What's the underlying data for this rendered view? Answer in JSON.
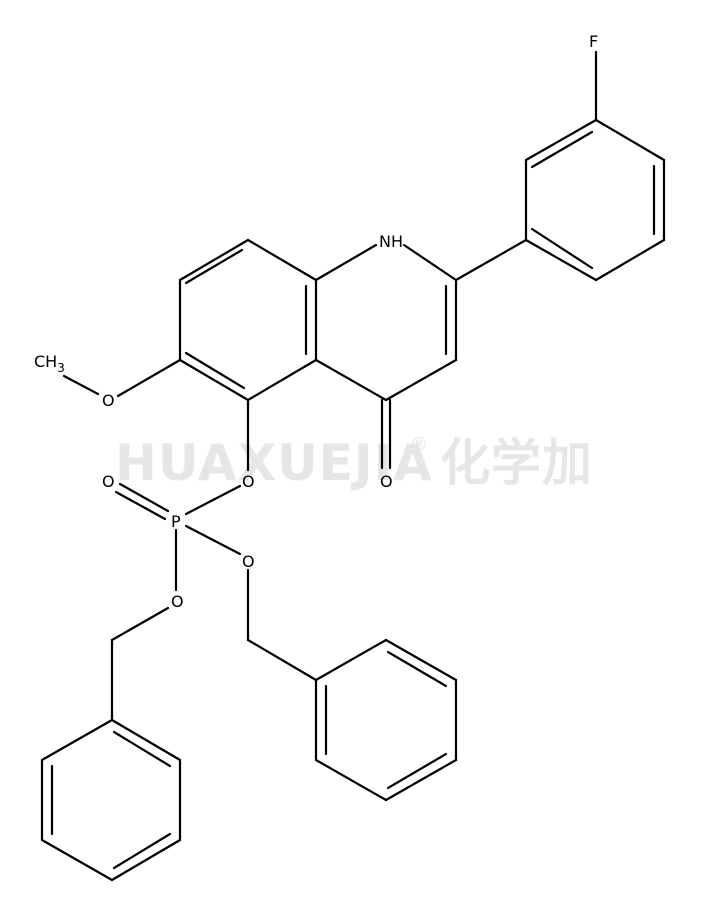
{
  "watermark": {
    "text": "HUAXUEJIA",
    "registered": "®",
    "chinese": "化学加"
  },
  "atoms": {
    "fluorine": "F",
    "nh": "NH",
    "ketone_o": "O",
    "methyl_c": "CH",
    "methyl_sub": "3",
    "methoxy_o": "O",
    "ester_o": "O",
    "phosphorus": "P",
    "phosphoryl_o": "O",
    "p_o_right": "O",
    "p_o_left": "O"
  }
}
